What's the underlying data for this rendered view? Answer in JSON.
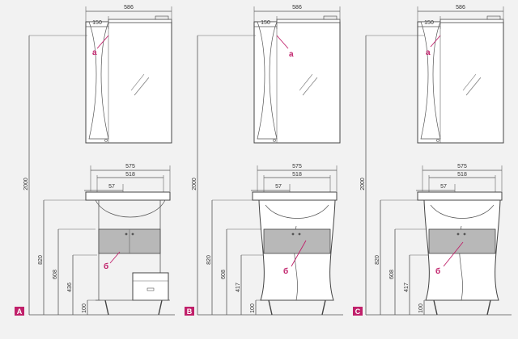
{
  "colors": {
    "background": "#f2f2f2",
    "line": "#555555",
    "marker": "#c0206a",
    "badge": "#c0206a",
    "shelf": "#b8b8b8"
  },
  "variants": [
    {
      "badge": "A",
      "mirror": {
        "width": "586",
        "light_offset": "150",
        "marker": "а"
      },
      "cabinet": {
        "width": "575",
        "inner_width": "518",
        "basin_offset": "57",
        "marker": "б"
      },
      "heights": {
        "total": "2000",
        "basin": "820",
        "shelf_top": "608",
        "shelf_bottom": "436",
        "legs": "100"
      }
    },
    {
      "badge": "B",
      "mirror": {
        "width": "586",
        "light_offset": "150",
        "marker": "а"
      },
      "cabinet": {
        "width": "575",
        "inner_width": "518",
        "basin_offset": "57",
        "marker": "б"
      },
      "heights": {
        "total": "2000",
        "basin": "820",
        "shelf_top": "608",
        "shelf_bottom": "417",
        "legs": "100"
      }
    },
    {
      "badge": "C",
      "mirror": {
        "width": "586",
        "light_offset": "150",
        "marker": "а"
      },
      "cabinet": {
        "width": "575",
        "inner_width": "518",
        "basin_offset": "57",
        "marker": "б"
      },
      "heights": {
        "total": "2000",
        "basin": "820",
        "shelf_top": "608",
        "shelf_bottom": "417",
        "legs": "100"
      }
    }
  ]
}
